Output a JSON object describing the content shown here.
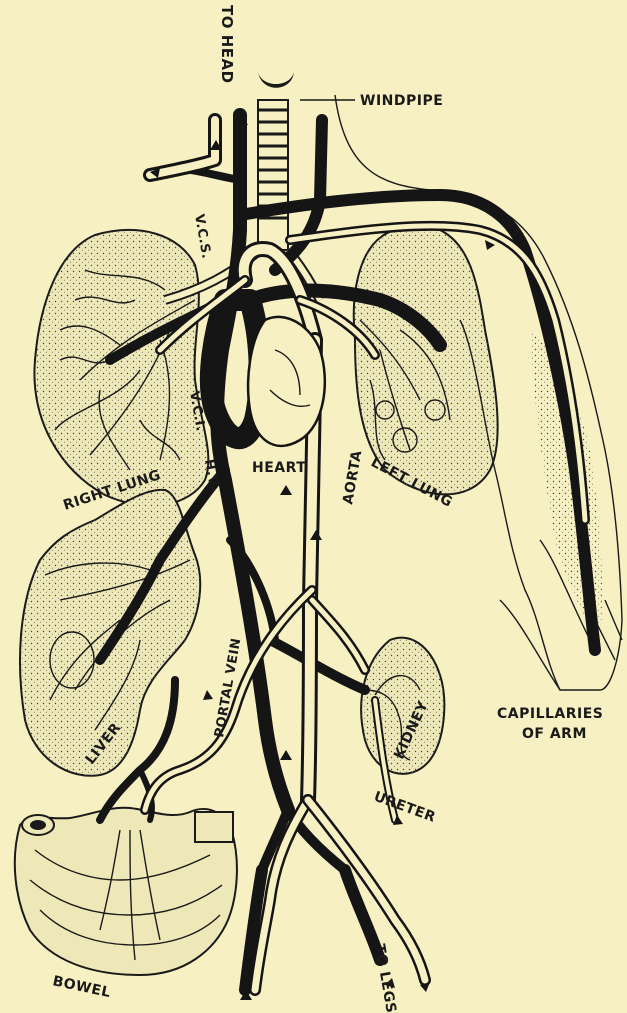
{
  "labels": {
    "to_head": "TO HEAD",
    "windpipe": "WINDPIPE",
    "vcs": "V.C.S.",
    "vci": "V.C.I.",
    "hv": "H.V.",
    "right_lung": "RIGHT LUNG",
    "heart": "HEART",
    "aorta": "AORTA",
    "left_lung": "LEFT LUNG",
    "liver": "LIVER",
    "portal_vein": "PORTAL VEIN",
    "kidney": "KIDNEY",
    "ureter": "URETER",
    "capillaries_line1": "CAPILLARIES",
    "capillaries_line2": "OF ARM",
    "bowel": "BOWEL",
    "to_legs": "TO LEGS"
  },
  "colors": {
    "paper": "#f6f0c2",
    "ink": "#151515",
    "organ_fill": "#eee8b8"
  }
}
